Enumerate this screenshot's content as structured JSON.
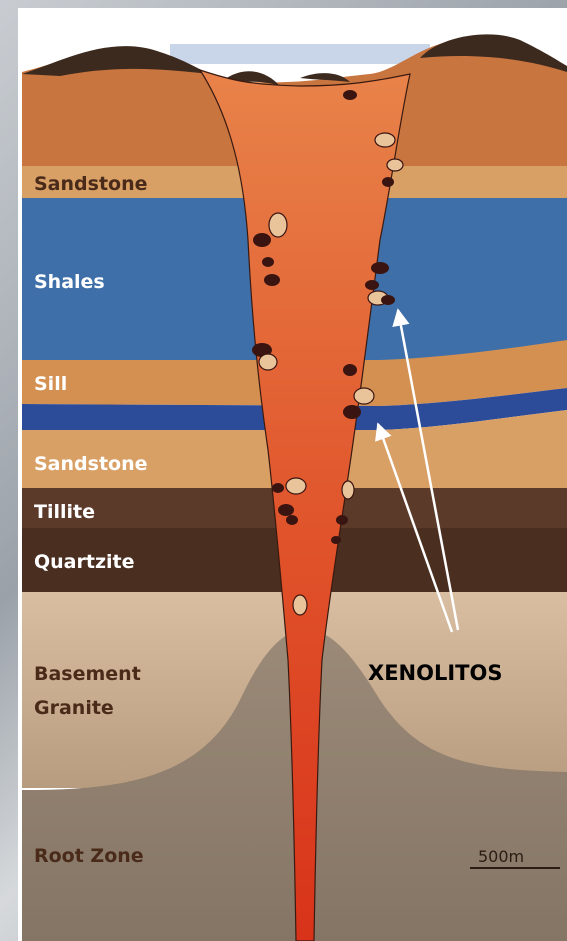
{
  "diagram": {
    "layers": [
      {
        "id": "sandstone-1",
        "label": "Sandstone"
      },
      {
        "id": "shales",
        "label": "Shales"
      },
      {
        "id": "sill",
        "label": "Sill"
      },
      {
        "id": "sandstone-2",
        "label": "Sandstone"
      },
      {
        "id": "tillite",
        "label": "Tillite"
      },
      {
        "id": "quartzite",
        "label": "Quartzite"
      },
      {
        "id": "basement-granite",
        "label_line1": "Basement",
        "label_line2": "Granite"
      },
      {
        "id": "root-zone",
        "label": "Root Zone"
      }
    ],
    "callout": "XENOLITOS",
    "scale": "500m",
    "colors": {
      "sky": "#c9d6ea",
      "topsoil": "#c9753f",
      "sandstone": "#d9a066",
      "shale": "#3f6fa8",
      "sill": "#2c4c9a",
      "tillite": "#5b3a2a",
      "quartzite": "#4a2e20",
      "granite": "#c9ad8e",
      "root": "#8f7f70",
      "magma": "#e0471e",
      "pipe_top": "#e87a3e"
    }
  }
}
